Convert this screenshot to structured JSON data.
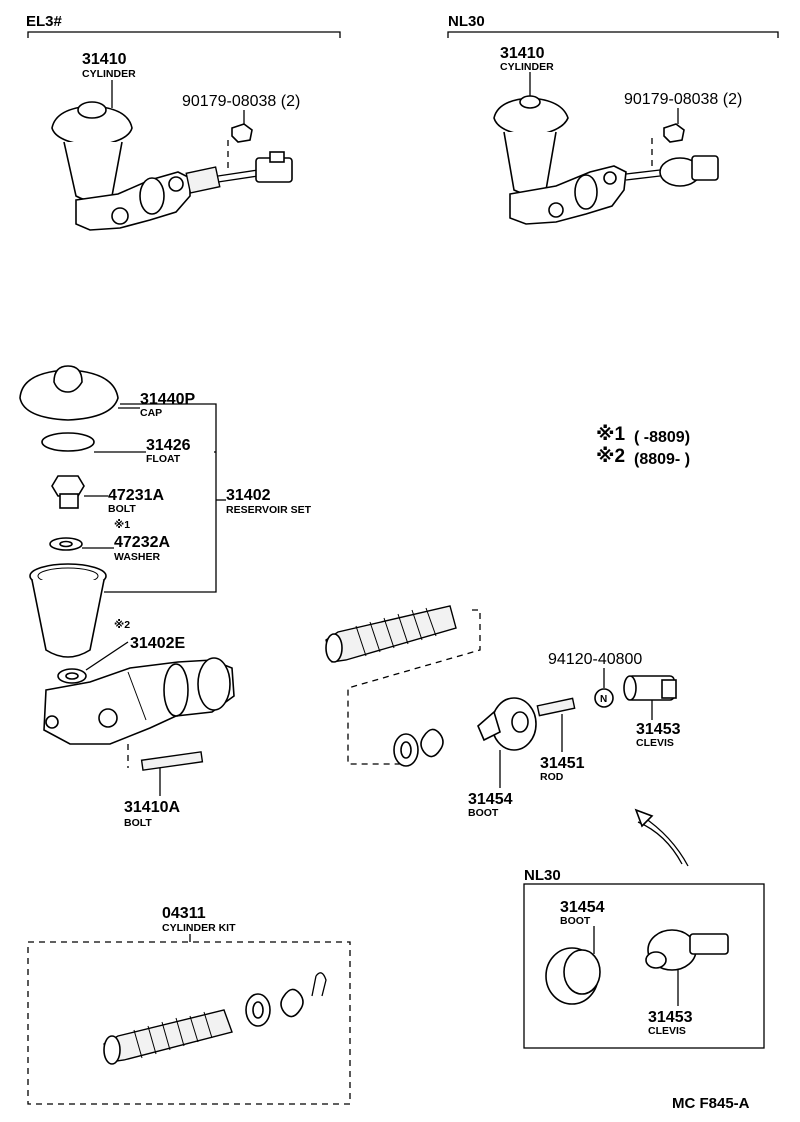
{
  "sections": {
    "el3": "EL3#",
    "nl30_top": "NL30",
    "nl30_inset": "NL30"
  },
  "notes": {
    "note1_mark": "※1",
    "note1_range": "(        -8809)",
    "note2_mark": "※2",
    "note2_range": "(8809-        )"
  },
  "parts": {
    "el3_cylinder_num": "31410",
    "el3_cylinder_name": "CYLINDER",
    "el3_nut_num": "90179-08038 (2)",
    "nl30_cylinder_num": "31410",
    "nl30_cylinder_name": "CYLINDER",
    "nl30_nut_num": "90179-08038 (2)",
    "cap_num": "31440P",
    "cap_name": "CAP",
    "float_num": "31426",
    "float_name": "FLOAT",
    "bolt_num": "47231A",
    "bolt_name": "BOLT",
    "washer_mark": "※1",
    "washer_num": "47232A",
    "washer_name": "WASHER",
    "reservoir_num": "31402",
    "reservoir_name": "RESERVOIR SET",
    "grommet_mark": "※2",
    "grommet_num": "31402E",
    "stud_num": "31410A",
    "stud_name": "BOLT",
    "nut2_num": "94120-40800",
    "nut2_symbol": "N",
    "clevis_num": "31453",
    "clevis_name": "CLEVIS",
    "rod_num": "31451",
    "rod_name": "ROD",
    "boot_num": "31454",
    "boot_name": "BOOT",
    "kit_num": "04311",
    "kit_name": "CYLINDER KIT",
    "inset_boot_num": "31454",
    "inset_boot_name": "BOOT",
    "inset_clevis_num": "31453",
    "inset_clevis_name": "CLEVIS"
  },
  "footer": {
    "code": "MC F845-A"
  }
}
